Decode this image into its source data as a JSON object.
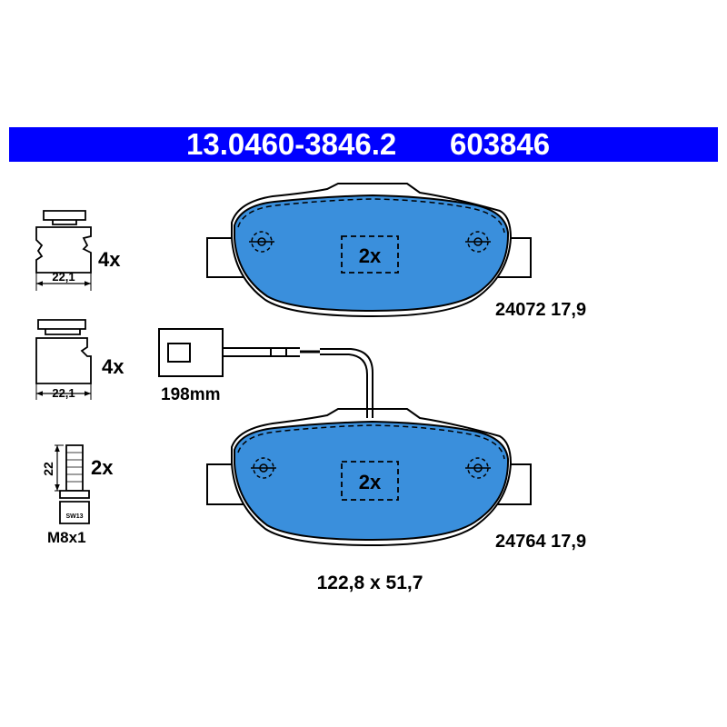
{
  "header": {
    "part_number": "13.0460-3846.2",
    "alt_number": "603846"
  },
  "colors": {
    "banner": "#0000ff",
    "pad_fill": "#3a8fdc",
    "outline": "#000000"
  },
  "clips": [
    {
      "quantity": "4x",
      "width_dim": "22,1"
    },
    {
      "quantity": "4x",
      "width_dim": "22,1"
    }
  ],
  "bolt": {
    "quantity": "2x",
    "length_dim": "22",
    "thread": "M8x1",
    "wrench_mark": "SW13"
  },
  "sensor": {
    "length": "198mm"
  },
  "pads": [
    {
      "quantity": "2x",
      "code": "24072 17,9"
    },
    {
      "quantity": "2x",
      "code": "24764 17,9"
    }
  ],
  "pad_dimensions": "122,8 x 51,7"
}
